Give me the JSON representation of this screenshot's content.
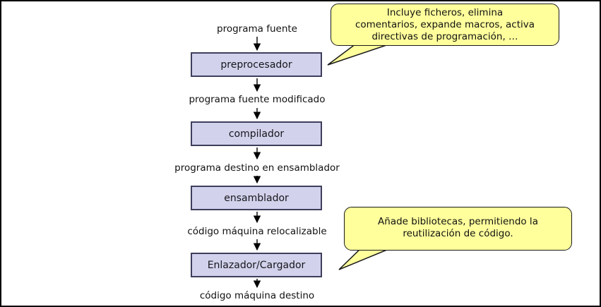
{
  "diagram": {
    "flow_labels": {
      "source": "programa fuente",
      "modified_source": "programa fuente modificado",
      "assembly_target": "programa destino en ensamblador",
      "relocatable": "código máquina relocalizable",
      "target": "código máquina destino"
    },
    "stages": {
      "preprocessor": "preprocesador",
      "compiler": "compilador",
      "assembler": "ensamblador",
      "linker_loader": "Enlazador/Cargador"
    },
    "callouts": {
      "preprocessor_note": {
        "lines": [
          "Incluye ficheros, elimina",
          "comentarios, expande macros, activa",
          "directivas de programación, …"
        ]
      },
      "linker_note": {
        "lines": [
          "Añade bibliotecas, permitiendo la",
          "reutilización de código."
        ]
      }
    },
    "colors": {
      "stage_fill": "#d2d2ec",
      "stage_border": "#3e3e5c",
      "callout_fill": "#ffff9c",
      "callout_border": "#1a1a1a",
      "arrow": "#000000",
      "frame": "#000000"
    }
  }
}
